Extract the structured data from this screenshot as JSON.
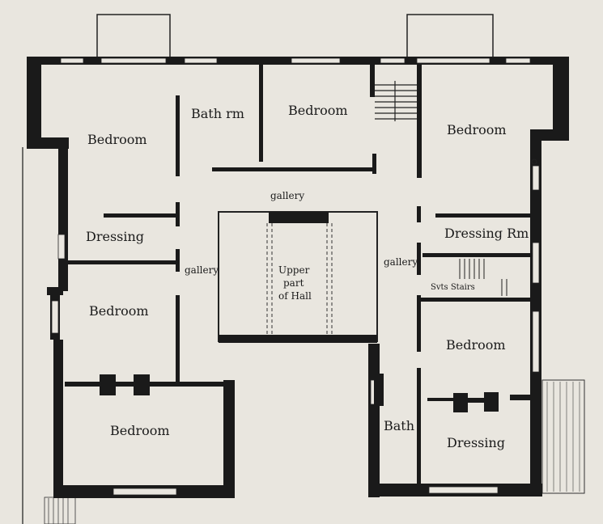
{
  "plan": {
    "rooms": {
      "bedroom_nw": "Bedroom",
      "bath_north": "Bath rm",
      "bedroom_north": "Bedroom",
      "bedroom_ne": "Bedroom",
      "dressing_west": "Dressing",
      "dressing_east": "Dressing Rm",
      "bedroom_west": "Bedroom",
      "bedroom_sw": "Bedroom",
      "bedroom_se": "Bedroom",
      "bath_south": "Bath",
      "dressing_se": "Dressing"
    },
    "gallery_top": "gallery",
    "gallery_left": "gallery",
    "gallery_right": "gallery",
    "hall_line1": "Upper",
    "hall_line2": "part",
    "hall_line3": "of Hall",
    "servants_stairs": "Svts Stairs"
  }
}
